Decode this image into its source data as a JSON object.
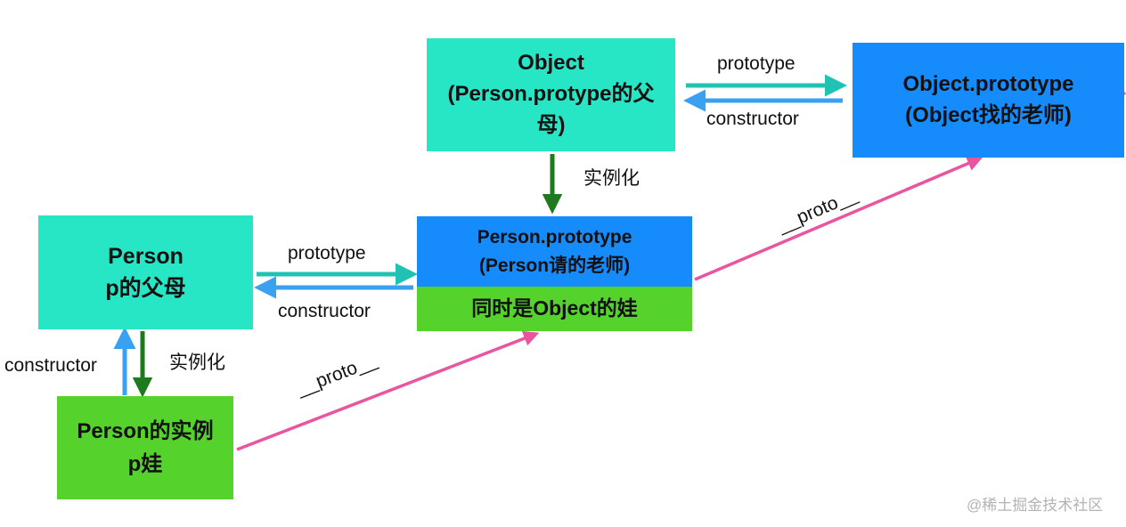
{
  "nodes": {
    "object": {
      "line1": "Object",
      "line2": "(Person.protype的父",
      "line3": "母)"
    },
    "object_prototype": {
      "line1": "Object.prototype",
      "line2": "(Object找的老师)"
    },
    "person": {
      "line1": "Person",
      "line2": "p的父母"
    },
    "person_prototype": {
      "line1": "Person.prototype",
      "line2": "(Person请的老师)",
      "line3": "同时是Object的娃"
    },
    "instance": {
      "line1": "Person的实例",
      "line2": "p娃"
    }
  },
  "edges": {
    "object_to_objproto": "prototype",
    "objproto_to_object": "constructor",
    "object_to_personproto": "实例化",
    "personproto_to_objproto": "__proto__",
    "person_to_personproto": "prototype",
    "personproto_to_person": "constructor",
    "instance_to_person": "constructor",
    "person_to_instance": "实例化",
    "instance_to_personproto": "__proto__"
  },
  "watermark": "@稀土掘金技术社区",
  "colors": {
    "teal_box": "#26e6c5",
    "blue_box": "#168bfc",
    "green_box": "#55d22b",
    "arrow_teal": "#20c3b3",
    "arrow_blue": "#3aa0f0",
    "arrow_darkgreen": "#1e7a1e",
    "arrow_pink": "#e9559f"
  }
}
